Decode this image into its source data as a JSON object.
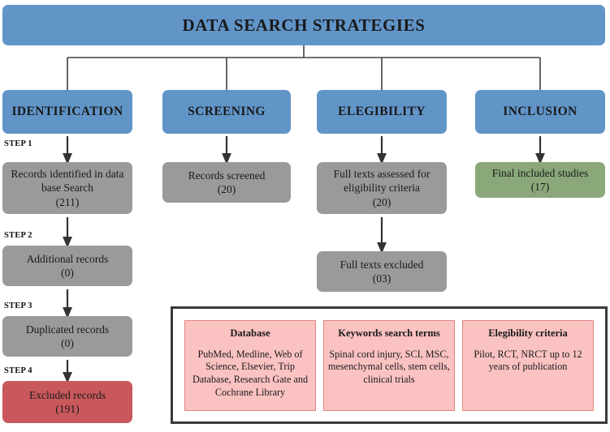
{
  "title": "DATA SEARCH STRATEGIES",
  "stages": [
    {
      "label": "IDENTIFICATION"
    },
    {
      "label": "SCREENING"
    },
    {
      "label": "ELEGIBILITY"
    },
    {
      "label": "INCLUSION"
    }
  ],
  "steps": [
    {
      "label": "STEP 1"
    },
    {
      "label": "STEP 2"
    },
    {
      "label": "STEP 3"
    },
    {
      "label": "STEP 4"
    }
  ],
  "identification": {
    "records_identified": {
      "text": "Records identified  in data base Search",
      "count": "(211)"
    },
    "additional_records": {
      "text": "Additional  records",
      "count": "(0)"
    },
    "duplicated_records": {
      "text": "Duplicated  records",
      "count": "(0)"
    },
    "excluded_records": {
      "text": "Excluded  records",
      "count": "(191)"
    }
  },
  "screening": {
    "records_screened": {
      "text": "Records  screened",
      "count": "(20)"
    }
  },
  "eligibility": {
    "full_texts_assessed": {
      "text": "Full texts assessed  for eligibility  criteria",
      "count": "(20)"
    },
    "full_texts_excluded": {
      "text": "Full texts excluded",
      "count": "(03)"
    }
  },
  "inclusion": {
    "final_included": {
      "text": "Final included  studies",
      "count": "(17)"
    }
  },
  "panel": {
    "cards": [
      {
        "title": "Database",
        "body": "PubMed, Medline, Web of Science, Elsevier, Trip Database, Research Gate and Cochrane Library"
      },
      {
        "title": "Keywords search terms",
        "body": "Spinal cord injury, SCI, MSC, mesenchymal cells, stem cells, clinical trials"
      },
      {
        "title": "Elegibility criteria",
        "body": "Pilot, RCT, NRCT up to 12 years of publication"
      }
    ]
  },
  "colors": {
    "header_blue": "#6195c8",
    "process_gray": "#9a9a9a",
    "excluded_red": "#c8585c",
    "included_green": "#8aa87a",
    "card_pink": "#fbc2c2",
    "card_pink_border": "#e2857f",
    "panel_border": "#3a3a3a",
    "connector": "#404040"
  }
}
